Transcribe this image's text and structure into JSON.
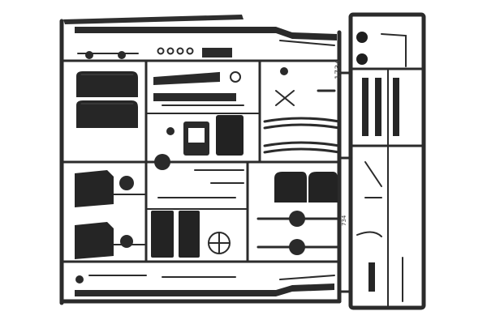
{
  "image": {
    "subject": "plastic-model-kit-sprue",
    "background_color": "#ffffff",
    "plastic_color": "#2a2a2a"
  },
  "markings": {
    "part_code": "1734",
    "part_code_small": "734"
  }
}
